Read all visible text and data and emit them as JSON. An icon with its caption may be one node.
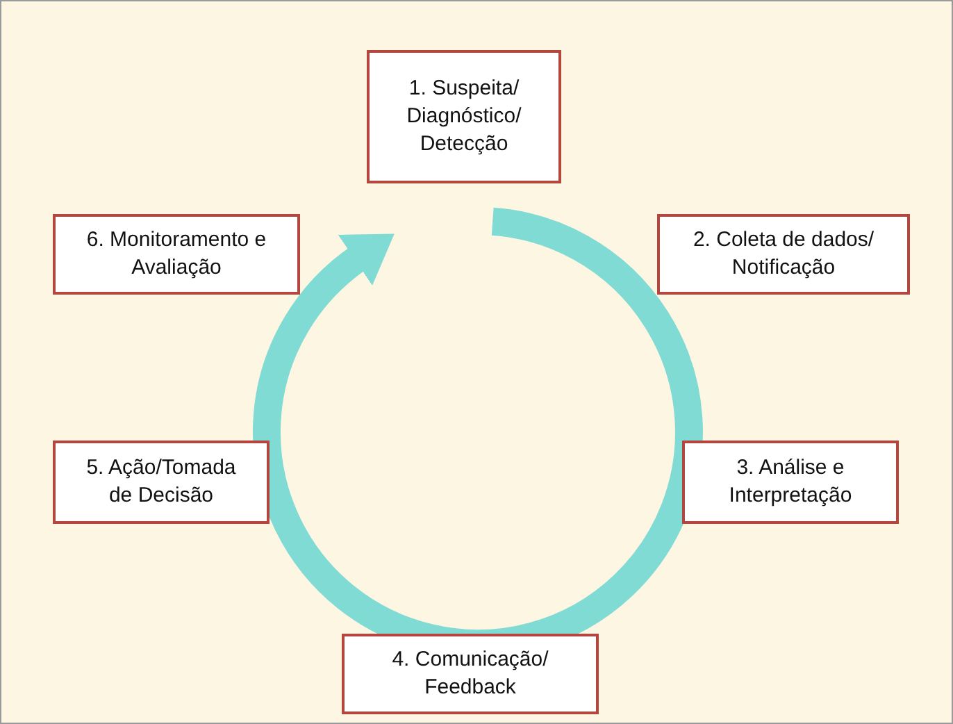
{
  "diagram": {
    "nodes": [
      {
        "text": [
          "1. Suspeita/ Diagnóstico/ Detecção"
        ]
      },
      {
        "text": [
          "2. Coleta de dados/ Notificação"
        ]
      },
      {
        "text": [
          "3. Análise e Interpretação"
        ]
      },
      {
        "text": [
          "4. Comunicação/ Feedback"
        ]
      },
      {
        "text": [
          "5. Ação/Tomada de Decisão"
        ]
      },
      {
        "text": [
          "6. Monitoramento e Avaliação"
        ]
      }
    ],
    "edges": []
  }
}
